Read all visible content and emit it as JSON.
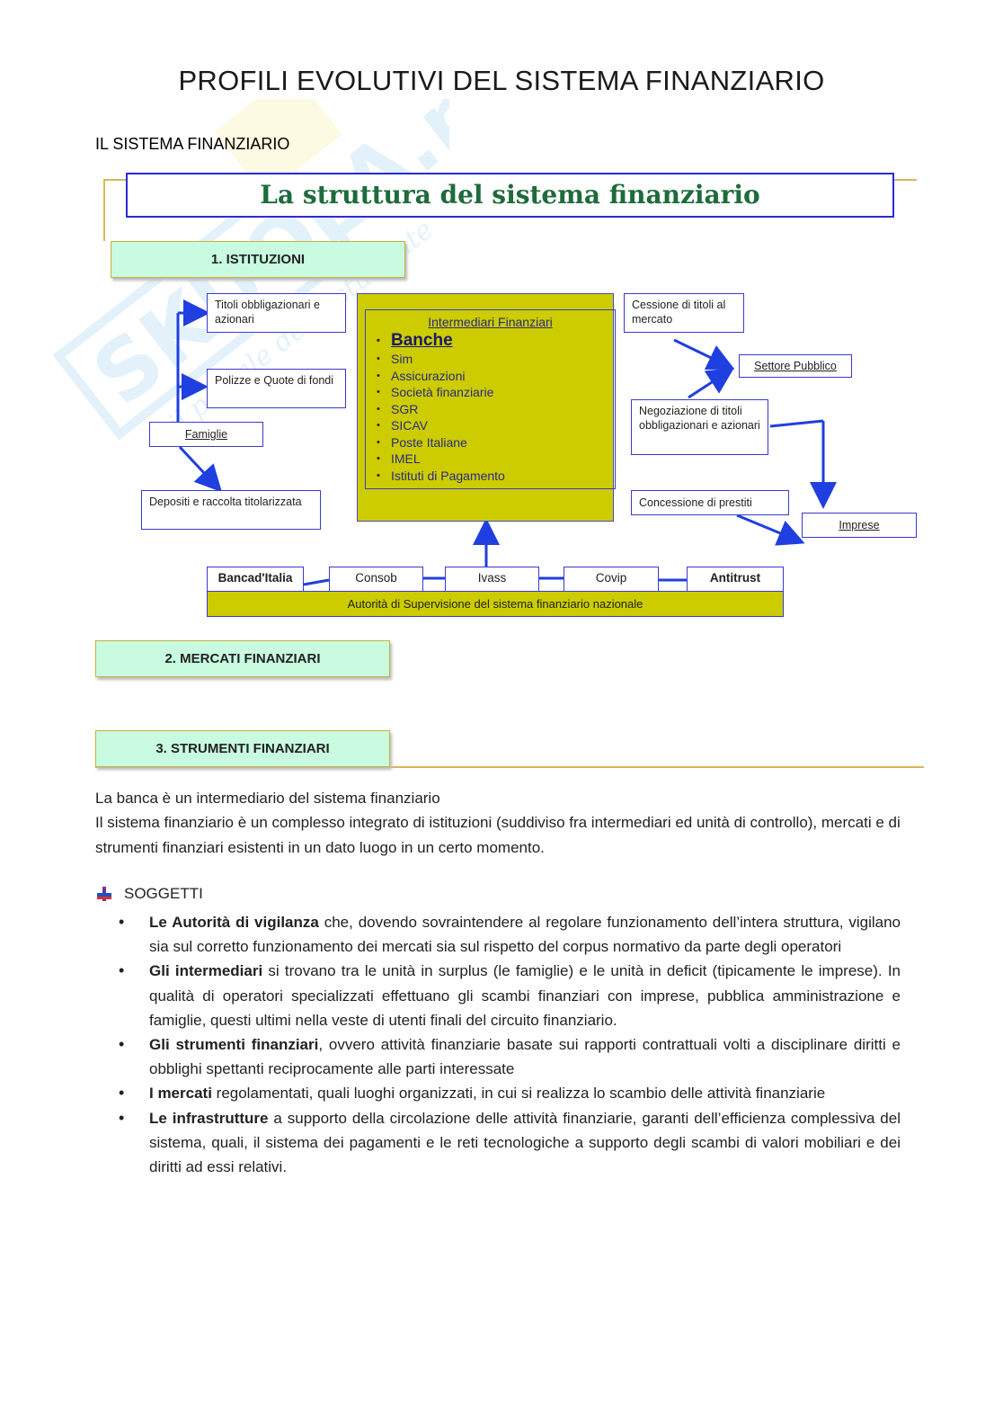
{
  "page": {
    "title": "PROFILI EVOLUTIVI DEL SISTEMA FINANZIARIO",
    "section_heading": "IL SISTEMA FINANZIARIO"
  },
  "watermark": {
    "brand": "SKUOLA.net",
    "tagline": "il portale dello studente"
  },
  "diagram": {
    "title": "La struttura del sistema finanziario",
    "headers": {
      "istituzioni": "1. ISTITUZIONI",
      "mercati": "2. MERCATI FINANZIARI",
      "strumenti": "3. STRUMENTI FINANZIARI"
    },
    "left_boxes": {
      "titoli": "Titoli obbligazionari e azionari",
      "polizze": "Polizze e Quote di fondi",
      "famiglie": "Famiglie",
      "depositi": "Depositi e raccolta titolarizzata"
    },
    "intermediari": {
      "header": "Intermediari Finanziari",
      "items": [
        "Banche",
        "Sim",
        "Assicurazioni",
        "Società finanziarie",
        "SGR",
        "SICAV",
        "Poste Italiane",
        "IMEL",
        "Istituti di Pagamento"
      ]
    },
    "right_boxes": {
      "cessione": "Cessione di titoli al mercato",
      "settore_pubblico": "Settore Pubblico",
      "negoziazione": "Negoziazione di titoli obbligazionari e azionari",
      "concessione": "Concessione di prestiti",
      "imprese": "Imprese"
    },
    "authorities": [
      "Bancad'Italia",
      "Consob",
      "Ivass",
      "Covip",
      "Antitrust"
    ],
    "authority_bar": "Autorità di Supervisione del sistema finanziario nazionale"
  },
  "body": {
    "p1": "La banca è un intermediario del sistema finanziario",
    "p2": "Il sistema finanziario è un complesso integrato di istituzioni (suddiviso fra intermediari ed unità di controllo), mercati e di strumenti finanziari esistenti in un dato luogo in un certo momento.",
    "soggetti": "SOGGETTI",
    "bullets": [
      {
        "bold": "Le Autorità di vigilanza",
        "text": " che, dovendo sovraintendere al regolare funzionamento dell’intera struttura, vigilano sia sul corretto funzionamento dei mercati sia sul rispetto del corpus normativo da parte degli operatori"
      },
      {
        "bold": "Gli intermediari",
        "text": " si trovano tra le unità in surplus (le famiglie) e le unità in deficit (tipicamente le imprese). In qualità di operatori specializzati effettuano gli scambi finanziari con imprese, pubblica amministrazione e famiglie, questi ultimi nella veste di utenti finali del circuito finanziario."
      },
      {
        "bold": "Gli strumenti finanziari",
        "text": ", ovvero attività finanziarie basate sui rapporti contrattuali volti a disciplinare diritti e obblighi spettanti reciprocamente alle parti interessate"
      },
      {
        "bold": "I mercati",
        "text": " regolamentati, quali luoghi organizzati, in cui si realizza lo scambio delle attività finanziarie"
      },
      {
        "bold": "Le infrastrutture",
        "text": " a supporto della circolazione delle attività finanziarie, garanti dell’efficienza complessiva del sistema, quali, il sistema dei pagamenti e le reti tecnologiche a supporto degli scambi di valori mobiliari e dei diritti ad essi relativi."
      }
    ]
  }
}
